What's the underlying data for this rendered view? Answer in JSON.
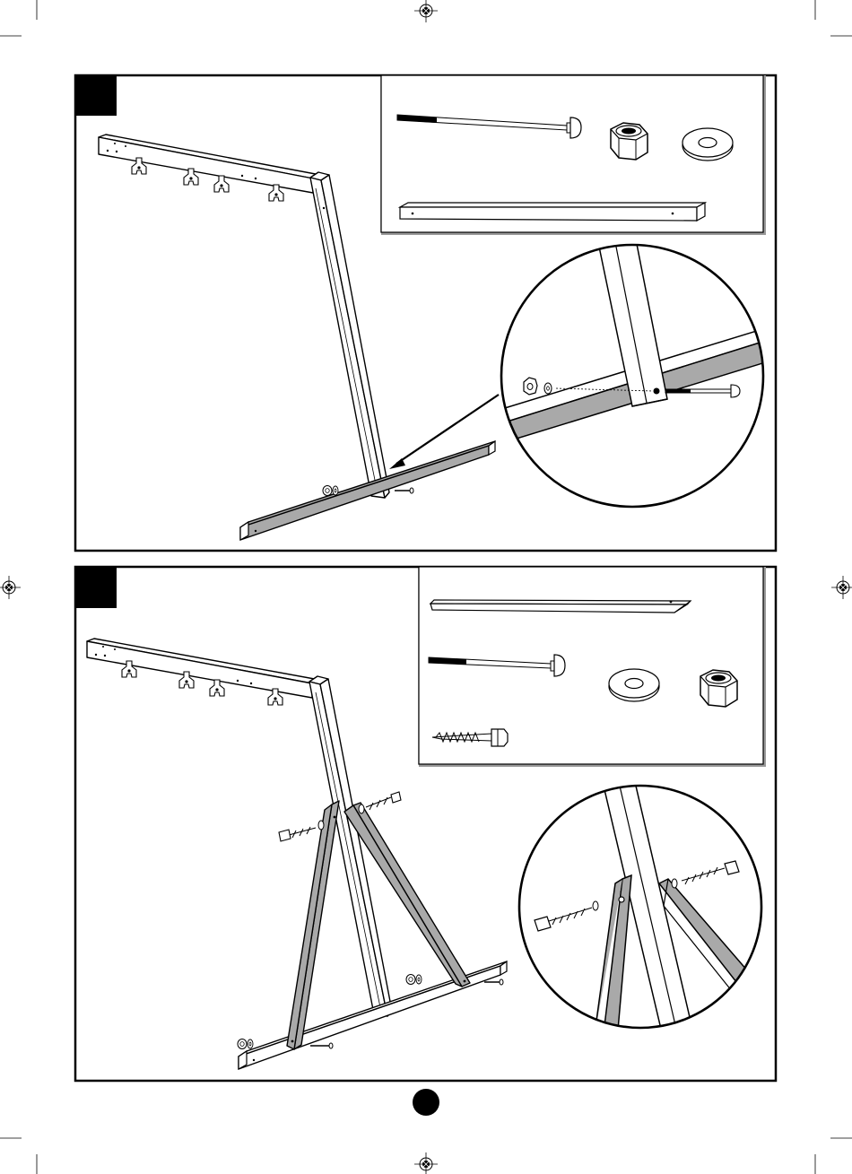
{
  "document": {
    "type": "assembly-instructions",
    "page_number": "",
    "accent_color": "#000000",
    "steps": [
      {
        "step_number": "",
        "parts_box": [
          "carriage-bolt",
          "lock-nut",
          "flat-washer",
          "ground-beam"
        ],
        "detail": "bolt-through-leg-into-ground-beam"
      },
      {
        "step_number": "",
        "parts_box": [
          "brace",
          "carriage-bolt",
          "flat-washer",
          "lock-nut",
          "lag-screw"
        ],
        "detail": "braces-fastened-to-leg-with-lag-screws"
      }
    ]
  }
}
